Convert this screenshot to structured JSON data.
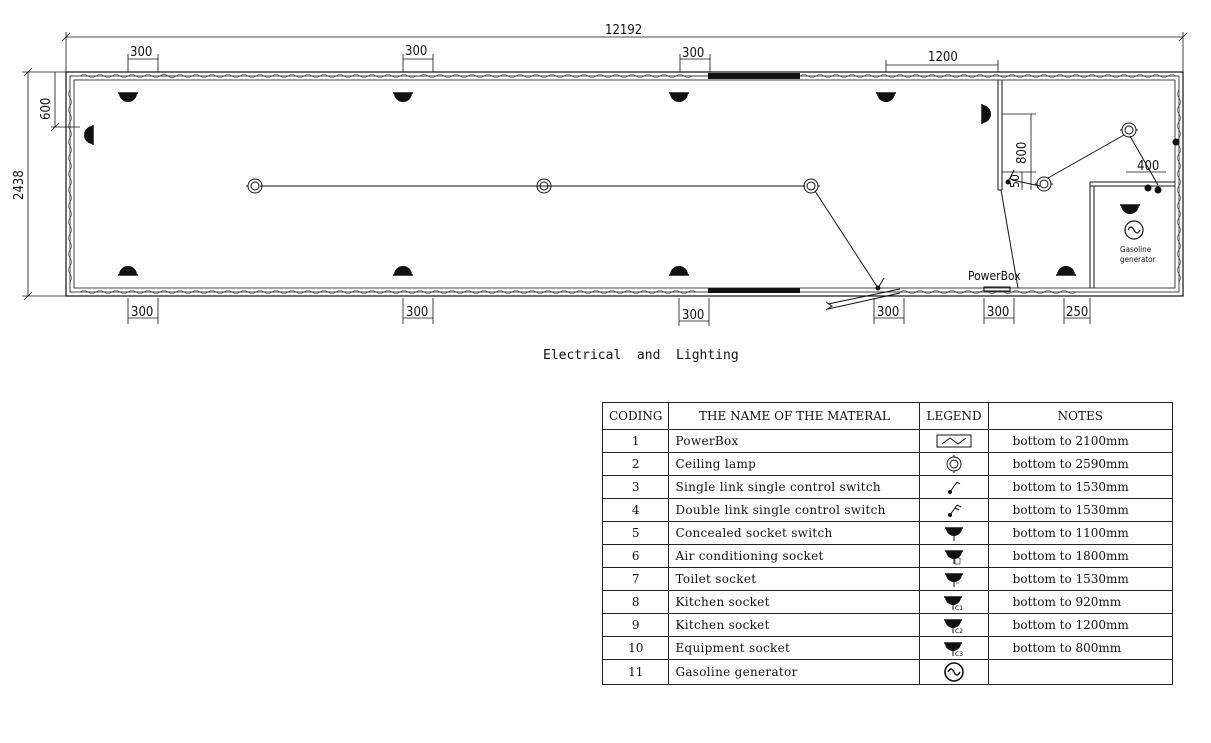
{
  "drawing": {
    "overall_length": "12192",
    "overall_width": "2438",
    "dim_left_top": "600",
    "dim_top": [
      "300",
      "300",
      "300",
      "1200"
    ],
    "dim_bottom": [
      "300",
      "300",
      "300",
      "300",
      "300",
      "250"
    ],
    "dim_right_800": "800",
    "dim_right_400": "400",
    "dim_small_50": "50",
    "powerbox_label": "PowerBox",
    "generator_label_1": "Gasoline",
    "generator_label_2": "generator"
  },
  "caption": "Electrical  and  Lighting",
  "table": {
    "headers": [
      "CODING",
      "THE NAME OF THE MATERAL",
      "LEGEND",
      "NOTES"
    ],
    "rows": [
      {
        "code": "1",
        "name": "PowerBox",
        "legend_icon": "powerbox-icon",
        "note": "bottom  to 2100mm"
      },
      {
        "code": "2",
        "name": "Ceiling lamp",
        "legend_icon": "ceiling-lamp-icon",
        "note": "bottom  to 2590mm"
      },
      {
        "code": "3",
        "name": "Single link single control switch",
        "legend_icon": "single-switch-icon",
        "note": "bottom  to 1530mm"
      },
      {
        "code": "4",
        "name": "Double link single control switch",
        "legend_icon": "double-switch-icon",
        "note": "bottom  to 1530mm"
      },
      {
        "code": "5",
        "name": "Concealed socket switch",
        "legend_icon": "socket-icon",
        "note": "bottom  to 1100mm"
      },
      {
        "code": "6",
        "name": "Air conditioning socket",
        "legend_icon": "ac-socket-icon",
        "note": "bottom  to 1800mm"
      },
      {
        "code": "7",
        "name": "Toilet socket",
        "legend_icon": "toilet-socket-icon",
        "note": "bottom  to 1530mm"
      },
      {
        "code": "8",
        "name": "Kitchen socket",
        "legend_icon": "kitchen-socket-c1-icon",
        "note": "bottom  to 920mm"
      },
      {
        "code": "9",
        "name": "Kitchen socket",
        "legend_icon": "kitchen-socket-c2-icon",
        "note": "bottom  to 1200mm"
      },
      {
        "code": "10",
        "name": "Equipment socket",
        "legend_icon": "equipment-socket-icon",
        "note": "bottom  to 800mm"
      },
      {
        "code": "11",
        "name": "Gasoline generator",
        "legend_icon": "generator-icon",
        "note": ""
      }
    ]
  }
}
